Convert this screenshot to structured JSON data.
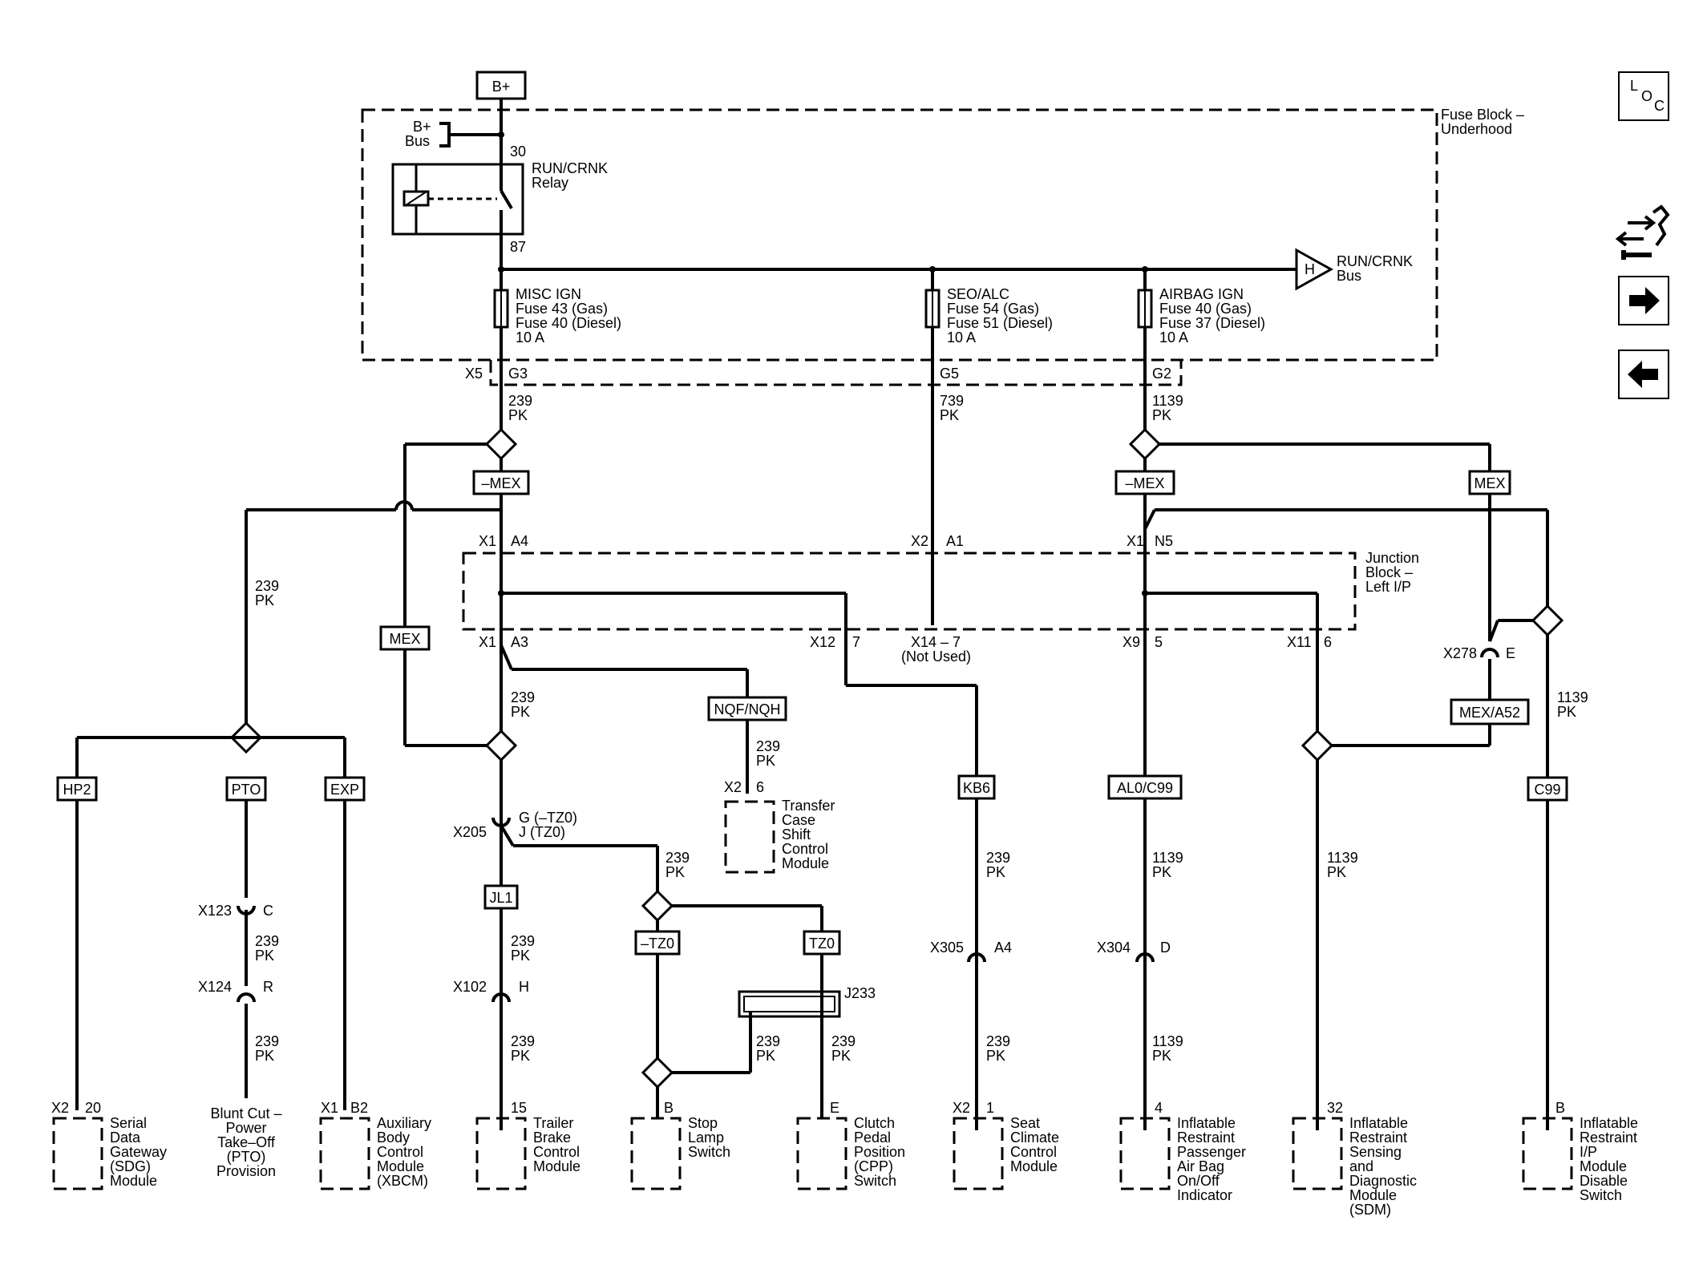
{
  "top": {
    "battery": "B+"
  },
  "fuse_block": {
    "title_line1": "Fuse Block –",
    "title_line2": "Underhood",
    "bplus_bus_1": "B+",
    "bplus_bus_2": "Bus",
    "pin30": "30",
    "pin87": "87",
    "relay_1": "RUN/CRNK",
    "relay_2": "Relay",
    "h_marker": "H",
    "run_bus_1": "RUN/CRNK",
    "run_bus_2": "Bus",
    "fuse1": {
      "l1": "MISC IGN",
      "l2": "Fuse 43 (Gas)",
      "l3": "Fuse 40 (Diesel)",
      "l4": "10 A"
    },
    "fuse2": {
      "l1": "SEO/ALC",
      "l2": "Fuse 54 (Gas)",
      "l3": "Fuse 51 (Diesel)",
      "l4": "10 A"
    },
    "fuse3": {
      "l1": "AIRBAG IGN",
      "l2": "Fuse 40 (Gas)",
      "l3": "Fuse 37 (Diesel)",
      "l4": "10 A"
    }
  },
  "x5": {
    "conn": "X5",
    "g3": "G3",
    "g5": "G5",
    "g2": "G2"
  },
  "wire": {
    "n239": "239",
    "n739": "739",
    "n1139": "1139",
    "pk": "PK"
  },
  "options": {
    "mex": "MEX",
    "neg_mex": "–MEX",
    "hp2": "HP2",
    "pto": "PTO",
    "exp": "EXP",
    "nqf": "NQF/NQH",
    "jl1": "JL1",
    "neg_tz0": "–TZ0",
    "tz0": "TZ0",
    "kb6": "KB6",
    "al0": "AL0/C99",
    "mex_a52": "MEX/A52",
    "c99": "C99"
  },
  "junction_block": {
    "title_1": "Junction",
    "title_2": "Block –",
    "title_3": "Left I/P",
    "x1": "X1",
    "a4": "A4",
    "x2": "X2",
    "a1": "A1",
    "n5": "N5",
    "a3": "A3",
    "x12": "X12",
    "p7": "7",
    "x14": "X14 – 7",
    "not_used": "(Not Used)",
    "x9": "X9",
    "p5": "5",
    "x11": "X11",
    "p6": "6"
  },
  "connectors": {
    "x205": "X205",
    "x205_g": "G (–TZ0)",
    "x205_j": "J (TZ0)",
    "x123": "X123",
    "c": "C",
    "x124": "X124",
    "r": "R",
    "x102": "X102",
    "h": "H",
    "x305": "X305",
    "a4": "A4",
    "x304": "X304",
    "d": "D",
    "x278": "X278",
    "e": "E",
    "j233": "J233",
    "x2": "X2",
    "p6": "6"
  },
  "modules": {
    "sdg": {
      "conn": "X2",
      "pin": "20",
      "l1": "Serial",
      "l2": "Data",
      "l3": "Gateway",
      "l4": "(SDG)",
      "l5": "Module"
    },
    "pto": {
      "l1": "Blunt Cut –",
      "l2": "Power",
      "l3": "Take–Off",
      "l4": "(PTO)",
      "l5": "Provision"
    },
    "xbcm": {
      "conn": "X1",
      "pin": "B2",
      "l1": "Auxiliary",
      "l2": "Body",
      "l3": "Control",
      "l4": "Module",
      "l5": "(XBCM)"
    },
    "transfer": {
      "l1": "Transfer",
      "l2": "Case",
      "l3": "Shift",
      "l4": "Control",
      "l5": "Module"
    },
    "trailer": {
      "pin": "15",
      "l1": "Trailer",
      "l2": "Brake",
      "l3": "Control",
      "l4": "Module"
    },
    "stop": {
      "pin": "B",
      "l1": "Stop",
      "l2": "Lamp",
      "l3": "Switch"
    },
    "clutch": {
      "pin": "E",
      "l1": "Clutch",
      "l2": "Pedal",
      "l3": "Position",
      "l4": "(CPP)",
      "l5": "Switch"
    },
    "seat": {
      "conn": "X2",
      "pin": "1",
      "l1": "Seat",
      "l2": "Climate",
      "l3": "Control",
      "l4": "Module"
    },
    "airbag": {
      "pin": "4",
      "l1": "Inflatable",
      "l2": "Restraint",
      "l3": "Passenger",
      "l4": "Air Bag",
      "l5": "On/Off",
      "l6": "Indicator"
    },
    "sdm": {
      "pin": "32",
      "l1": "Inflatable",
      "l2": "Restraint",
      "l3": "Sensing",
      "l4": "and",
      "l5": "Diagnostic",
      "l6": "Module",
      "l7": "(SDM)"
    },
    "disable": {
      "pin": "B",
      "l1": "Inflatable",
      "l2": "Restraint",
      "l3": "I/P",
      "l4": "Module",
      "l5": "Disable",
      "l6": "Switch"
    }
  },
  "sidebar": {
    "loc_l": "L",
    "loc_o": "O",
    "loc_c": "C",
    "tools_icon": "tools-icon",
    "next_icon": "arrow-right-icon",
    "prev_icon": "arrow-left-icon"
  }
}
